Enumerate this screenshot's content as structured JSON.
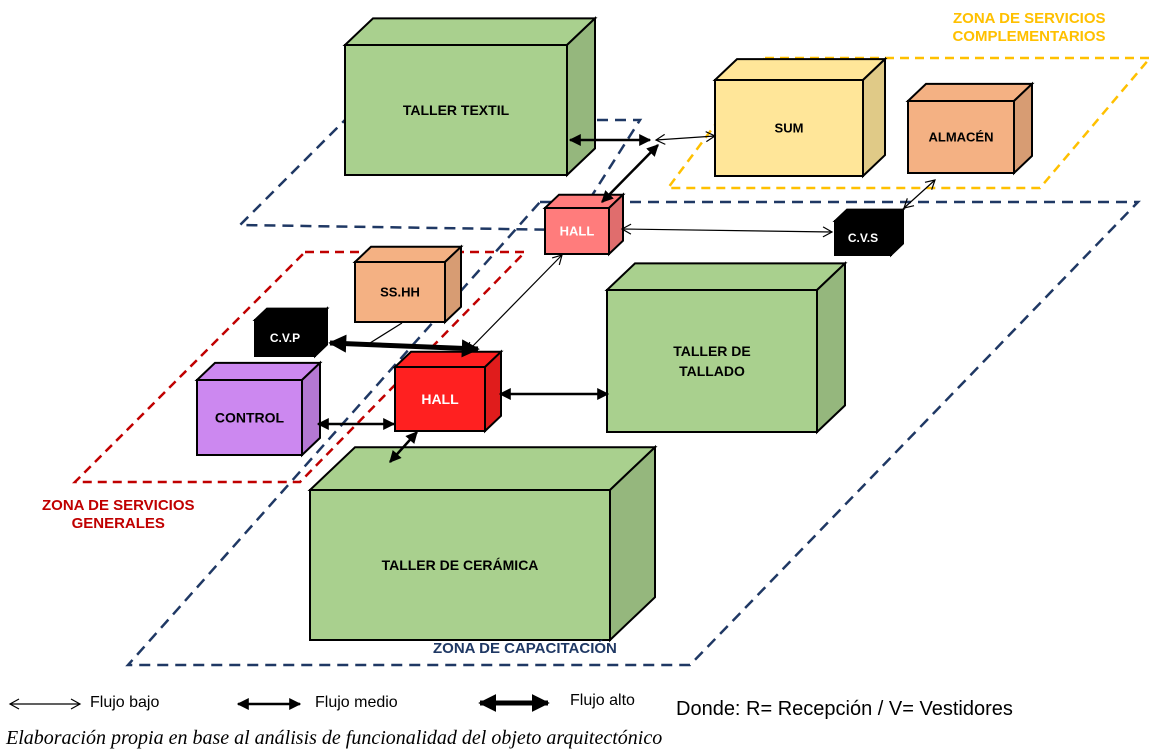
{
  "zones": {
    "complementarios": [
      "ZONA DE SERVICIOS",
      "COMPLEMENTARIOS"
    ],
    "generales": [
      "ZONA DE SERVICIOS",
      "GENERALES"
    ],
    "capacitacion": "ZONA DE CAPACITACIÓN"
  },
  "boxes": {
    "taller_textil": [
      "TALLER TEXTIL"
    ],
    "sum": [
      "SUM"
    ],
    "almacen": [
      "ALMACÉN"
    ],
    "hall_top": [
      "HALL"
    ],
    "cvs": [
      "C.V.S"
    ],
    "sshh": [
      "SS.HH"
    ],
    "cvp": [
      "C.V.P"
    ],
    "hall_main": [
      "HALL"
    ],
    "control": [
      "CONTROL"
    ],
    "taller_tallado": [
      "TALLER DE",
      "TALLADO"
    ],
    "taller_ceramica": [
      "TALLER DE CERÁMICA"
    ]
  },
  "legend": {
    "low": "Flujo bajo",
    "medium": "Flujo medio",
    "high": "Flujo alto"
  },
  "note": "Donde: R= Recepción / V= Vestidores",
  "caption": "Elaboración propia en base al análisis de funcionalidad del objeto arquitectónico",
  "colors": {
    "workshop": "#a9d08e",
    "sum": "#ffe699",
    "almacen": "#f4b183",
    "hall_light": "#ff7c7c",
    "hall_dark": "#ff2020",
    "control": "#cc88f0",
    "cv": "#000000",
    "zone_blue": "#1f3864",
    "zone_red": "#c00000",
    "zone_yellow": "#ffc000"
  }
}
